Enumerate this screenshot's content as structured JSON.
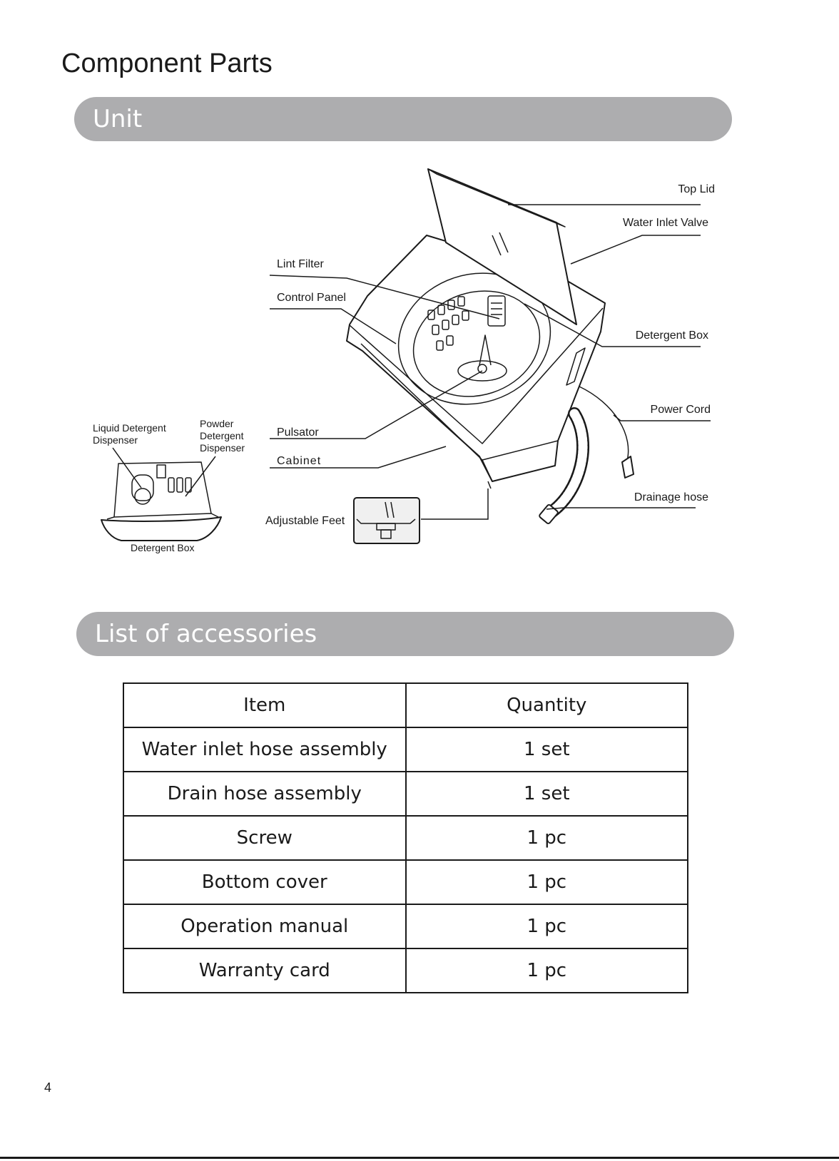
{
  "page": {
    "title": "Component Parts",
    "number": "4"
  },
  "unit_section": {
    "heading": "Unit",
    "labels": {
      "top_lid": "Top Lid",
      "water_inlet_valve": "Water Inlet Valve",
      "lint_filter": "Lint Filter",
      "control_panel": "Control Panel",
      "detergent_box": "Detergent Box",
      "power_cord": "Power Cord",
      "pulsator": "Pulsator",
      "cabinet": "Cabinet",
      "drainage_hose": "Drainage hose",
      "adjustable_feet": "Adjustable Feet",
      "liquid_detergent_dispenser": [
        "Liquid Detergent",
        "Dispenser"
      ],
      "powder_detergent_dispenser": [
        "Powder",
        "Detergent",
        "Dispenser"
      ],
      "detergent_box_caption": "Detergent Box"
    }
  },
  "accessories_section": {
    "heading": "List of accessories",
    "columns": [
      "Item",
      "Quantity"
    ],
    "rows": [
      [
        "Water inlet hose assembly",
        "1 set"
      ],
      [
        "Drain hose assembly",
        "1 set"
      ],
      [
        "Screw",
        "1 pc"
      ],
      [
        "Bottom cover",
        "1 pc"
      ],
      [
        "Operation manual",
        "1 pc"
      ],
      [
        "Warranty card",
        "1 pc"
      ]
    ]
  }
}
